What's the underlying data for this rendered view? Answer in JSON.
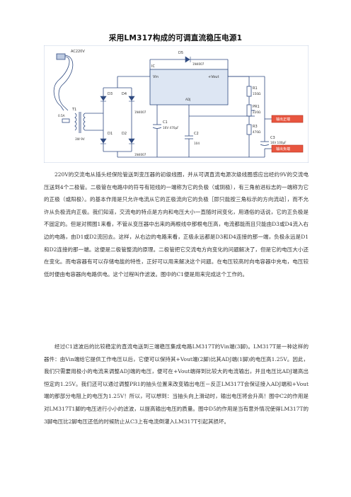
{
  "title": "采用LM317构成的可调直流稳压电源1",
  "schematic": {
    "labels": {
      "ac_input": "AC220V",
      "t1": "T1",
      "fuse": "0.5A",
      "secondary": "3W 9V",
      "d1": "D1",
      "d2": "D2",
      "d3": "D3",
      "d4": "D4",
      "d5": "D5",
      "d_part": "1N4007",
      "ic": "IC",
      "vin": "Vin",
      "vout": "+Vout",
      "adj": "ADJ",
      "c1": "C1",
      "c1_val": "16V 470μF",
      "c2": "C2",
      "c2_val": "104",
      "r1": "R1",
      "r1_val": "150Ω",
      "pr1": "PR1",
      "pr1_val": "220Ω",
      "r3": "R3",
      "r3_val": "470Ω",
      "c3": "C3",
      "c3_val": "16V 100μF",
      "out_pos": "输出正端",
      "out_neg": "输出负端"
    },
    "colors": {
      "wire": "#2f4a80",
      "box": "#d6e2f5",
      "out_box": "#e8553f",
      "ic_box": "#dde6f3"
    }
  },
  "paragraphs": [
    "220V的交流电从插头经保险管送到变压器的初级线圈，并从可调直流电源次级线圈感应出经约9V的交流电压送到4个二极管。二极管在电路中的符号有短线的一端称为它的负极（或阴极），有三角前进标志的一端称为它的正极（或阳极）。的基本作用是只允许电流从它的正极流向它的负极［即只能按三角标示的方向流动］，而不允许从负极流向正极。我们知道，交流电的特点是方向和电压大小一直随时间变化，用通俗的话说，它的正负极是不固定的。但是对照图1来看，不管从变压器中出来的两根线中那根电压高，电流都能而且只能由D3或D4流入右边的电路，由D1或D2流回去。这样，从右边的电路来看，正极永远都是D3和D4连接的那一端，负极永远是D1和D2连接的那一端。这便是二极管整流的原理。二极管把它交流电方向变化的问题解决了，但是它的电压大小还在变化。而电容器有可以存储电能的特性，正好可以用来解决这个问题。在电压较高时向电容器中充电，电压较低时便由电容器向电路供电。这个过程叫作滤波。图中的C1便是用来完成这个工作的。",
    "经过C1滤波后的比较稳定的直流电送到三端稳压集成电路LM317T的Vin端(3脚)。LM317T是一种这样的器件：由Vin端给它提供工作电压以后，它便可以保持其+Vout端(2脚)比其ADJ端(1脚)的电压高1.25V。因此，我们只需要用极小的电流来调整ADJ端的电压，便可在+Vout端得到比较大的电流输出，并且电压比ADJ端高出恒定的1.25V。我们还可以通过调整PR1的抽头位置来改变输出电压－反正LM317T会保证接入ADJ端和+Vout端的那部分电阻上的电压为1.25V！所以，可以想到：当抽头向上滑动时，输出电压将会升高！图中C2的作用是对LM317T1脚的电压进行小小的滤波，以提高输出电压的质量。图中D5的作用是当有意外情况使得LM317T的3脚电压比2脚电压还低的时候防止从C3上有电流倒灌入LM317T引起其损坏。"
  ]
}
